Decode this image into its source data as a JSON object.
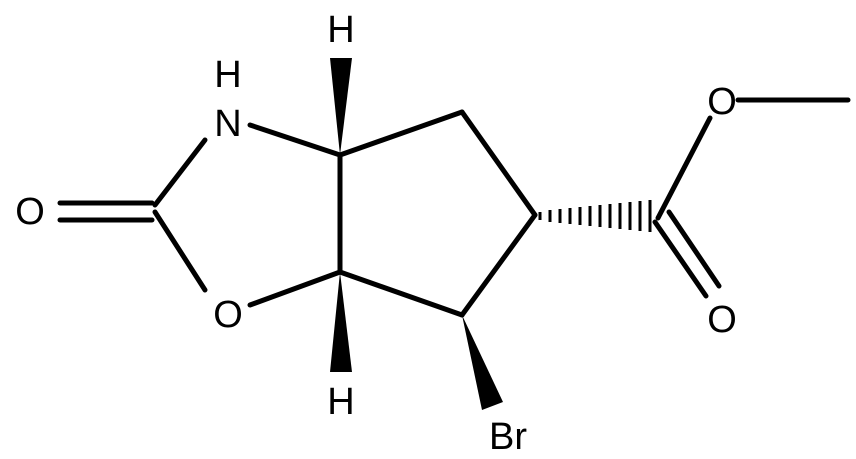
{
  "atoms": {
    "nh_n": "N",
    "nh_h": "H",
    "carbonyl_o": "O",
    "ring_o": "O",
    "top_h": "H",
    "bottom_h": "H",
    "bromine": "Br",
    "ester_o_single": "O",
    "ester_o_double": "O"
  },
  "colors": {
    "bond": "#000000",
    "background": "#ffffff"
  }
}
